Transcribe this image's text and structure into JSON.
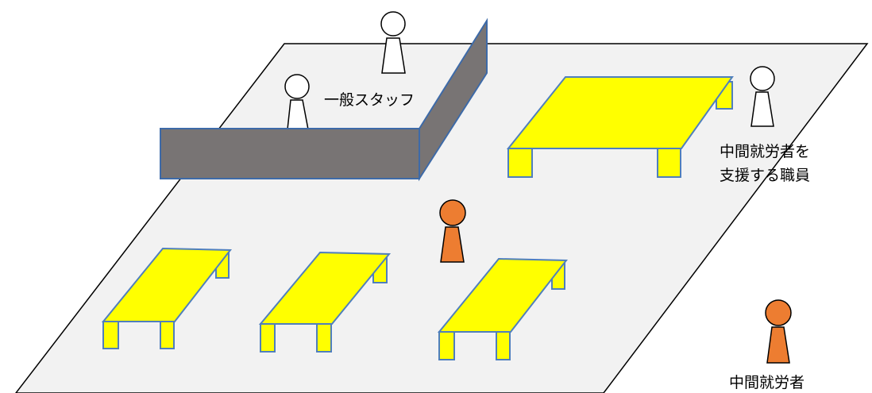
{
  "labels": {
    "general_staff": "一般スタッフ",
    "support_staff_line1": "中間就労者を",
    "support_staff_line2": "支援する職員",
    "intermediate_worker": "中間就労者"
  },
  "colors": {
    "floor_fill": "#f2f2f2",
    "floor_stroke": "#000000",
    "table_fill": "#ffff00",
    "table_stroke": "#4f7fbd",
    "partition_fill": "#787474",
    "partition_stroke": "#3d6aa8",
    "staff_fill": "#ffffff",
    "worker_fill": "#ed7d31"
  },
  "icons": {
    "staff": "person-icon",
    "worker": "person-icon"
  }
}
